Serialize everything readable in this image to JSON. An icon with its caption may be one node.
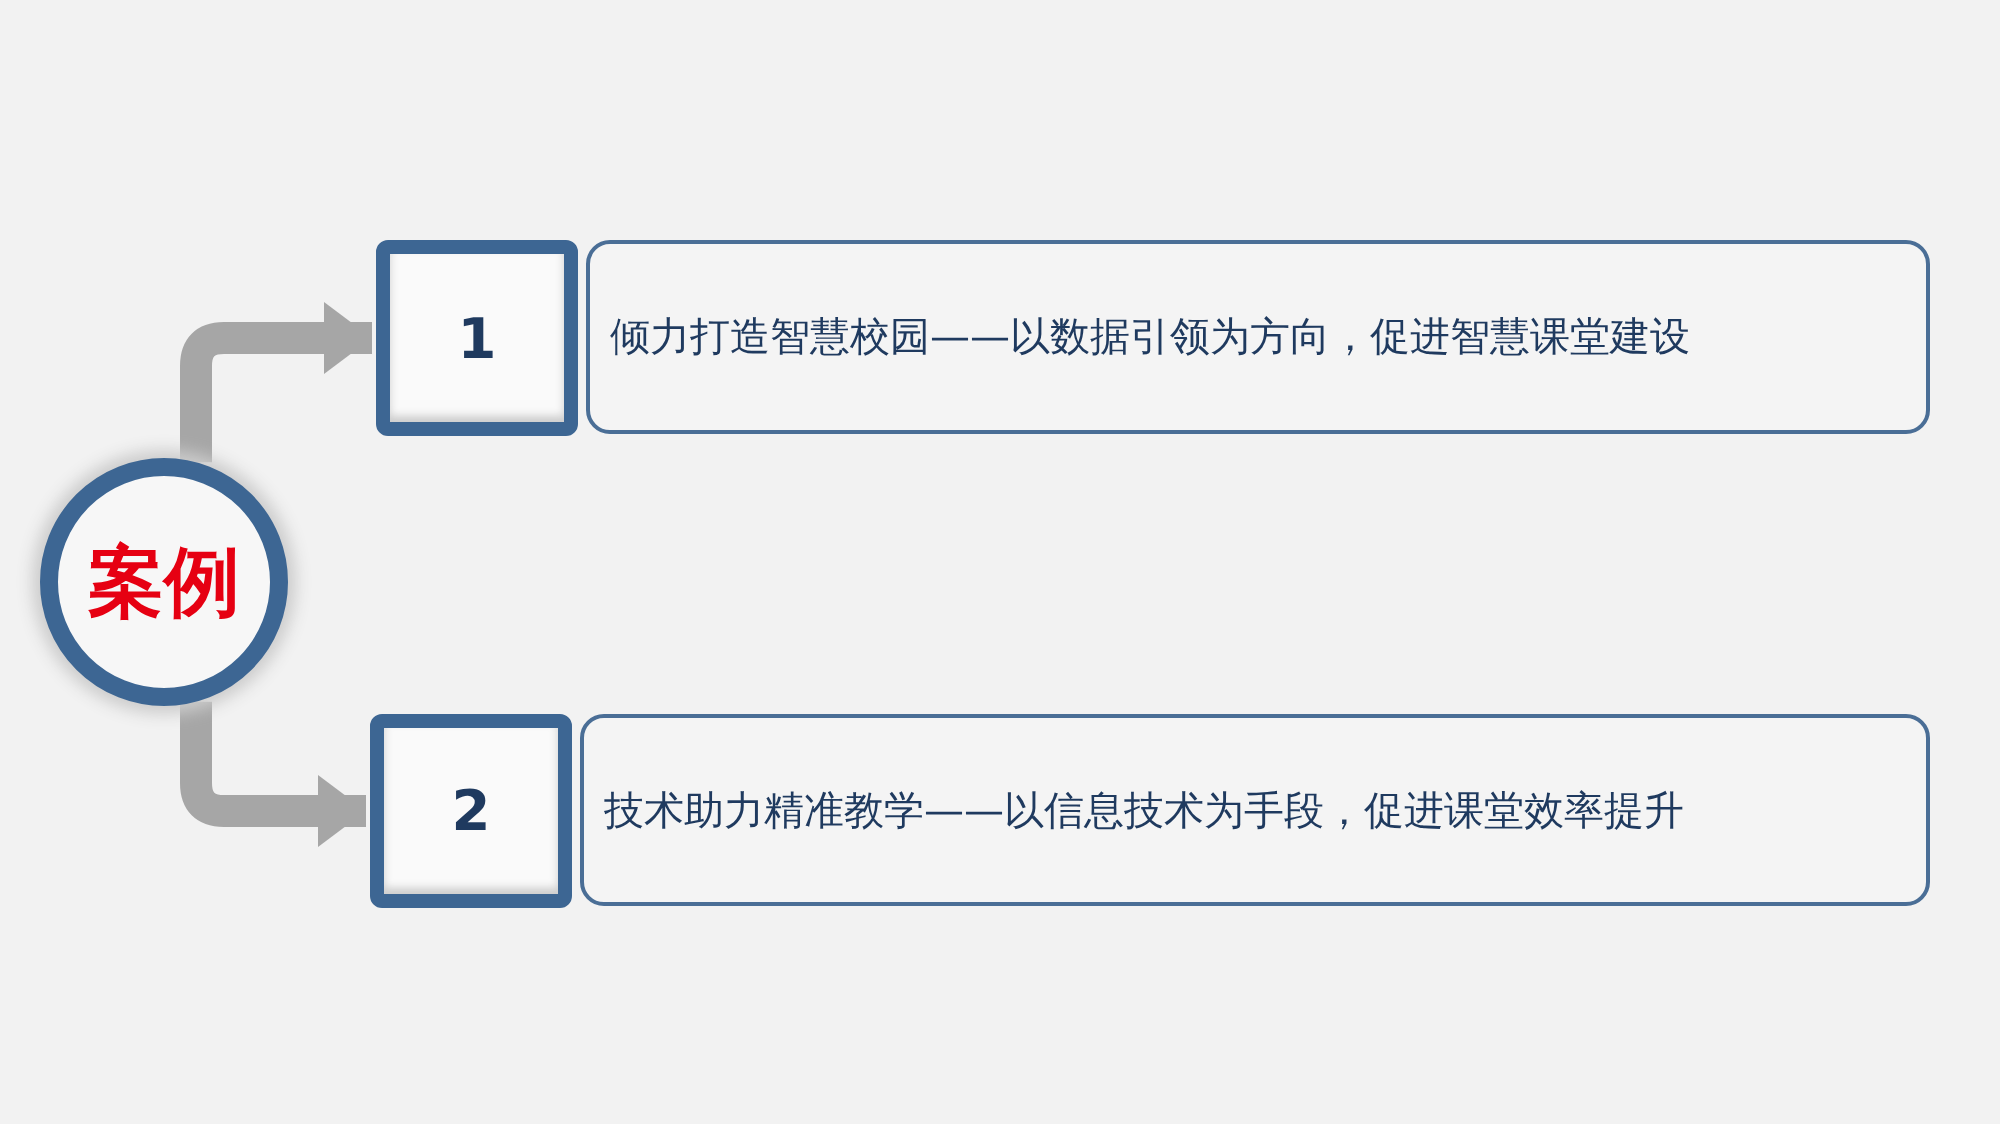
{
  "diagram": {
    "nodes": [
      {
        "text": [
          "案例"
        ]
      },
      {
        "text": [
          "1"
        ]
      },
      {
        "text": [
          "倾力打造智慧校园——以数据引领为方向，促进智慧课堂建设"
        ]
      },
      {
        "text": [
          "2"
        ]
      },
      {
        "text": [
          "技术助力精准教学——以信息技术为手段，促进课堂效率提升"
        ]
      }
    ],
    "edges": [
      {
        "from": 0,
        "to": 1,
        "arrow": "to"
      },
      {
        "from": 0,
        "to": 3,
        "arrow": "to"
      }
    ]
  }
}
